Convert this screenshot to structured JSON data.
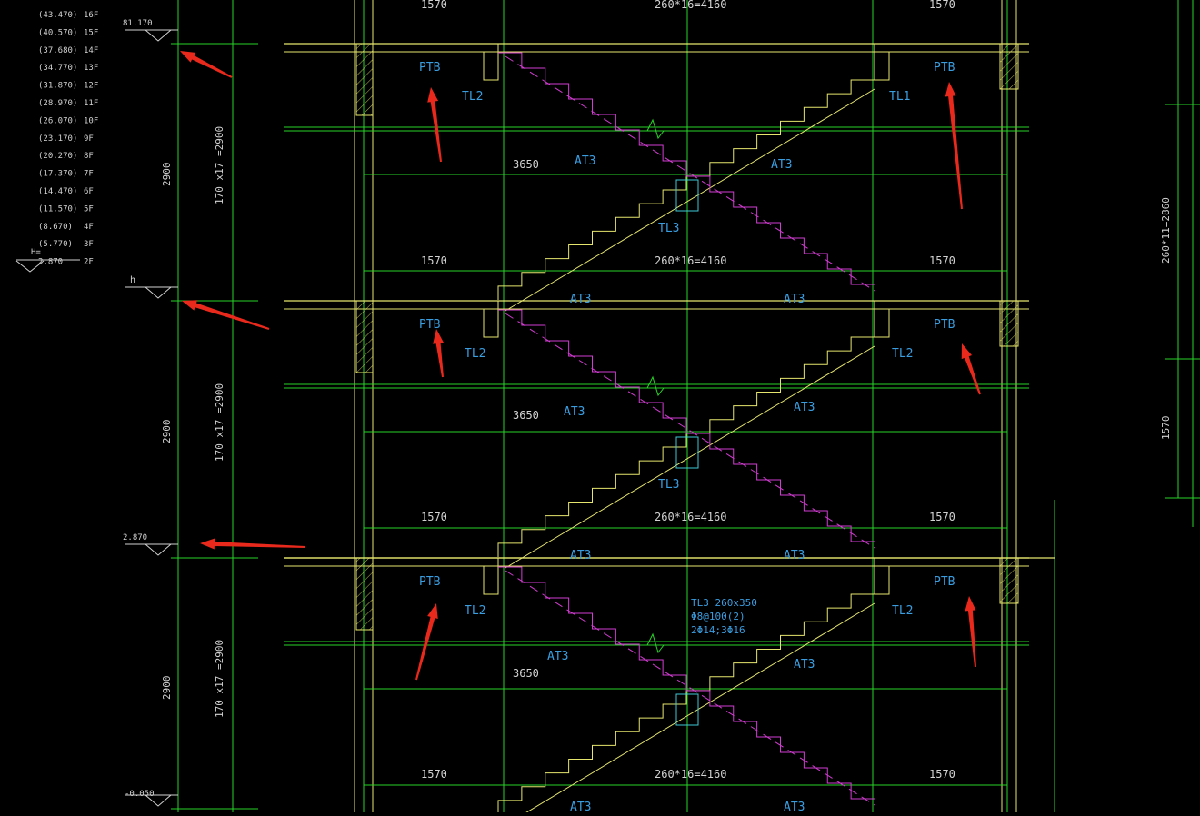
{
  "colors": {
    "background": "#000000",
    "slab": "#e6e66e",
    "gridline": "#27d427",
    "dimension": "#d2d2d2",
    "label": "#3a9de0",
    "stair_hidden": "#d23cd2",
    "beam_box": "#3fc8d6",
    "annotation_arrow": "#e8291c"
  },
  "floor_table": [
    {
      "elev": "(43.470)",
      "floor": "16F"
    },
    {
      "elev": "(40.570)",
      "floor": "15F"
    },
    {
      "elev": "(37.680)",
      "floor": "14F"
    },
    {
      "elev": "(34.770)",
      "floor": "13F"
    },
    {
      "elev": "(31.870)",
      "floor": "12F"
    },
    {
      "elev": "(28.970)",
      "floor": "11F"
    },
    {
      "elev": "(26.070)",
      "floor": "10F"
    },
    {
      "elev": "(23.170)",
      "floor": "9F"
    },
    {
      "elev": "(20.270)",
      "floor": "8F"
    },
    {
      "elev": "(17.370)",
      "floor": "7F"
    },
    {
      "elev": "(14.470)",
      "floor": "6F"
    },
    {
      "elev": "(11.570)",
      "floor": "5F"
    },
    {
      "elev": "(8.670)",
      "floor": "4F"
    },
    {
      "elev": "(5.770)",
      "floor": "3F"
    },
    {
      "elev": "2.870",
      "floor": "2F"
    }
  ],
  "floor_h_prefix": "H=",
  "level_marks": [
    "81.170",
    "h",
    "2.870",
    "-0.050"
  ],
  "storey_heights": [
    "2900",
    "2900",
    "2900"
  ],
  "riser_dims": [
    "170 x17 =2900",
    "170 x17 =2900",
    "170 x17 =2900"
  ],
  "right_dims": [
    "260*11=2860",
    "1570"
  ],
  "top_dims": [
    "1570",
    "260*16=4160",
    "1570"
  ],
  "flight_dims": [
    {
      "a": "1570",
      "b": "260*16=4160",
      "c": "1570"
    },
    {
      "a": "1570",
      "b": "260*16=4160",
      "c": "1570"
    },
    {
      "a": "1570",
      "b": "260*16=4160",
      "c": "1570"
    }
  ],
  "mid_dims": [
    "3650",
    "3650",
    "3650"
  ],
  "labels": {
    "ptb": "PTB",
    "tl1": "TL1",
    "tl2": "TL2",
    "tl3": "TL3",
    "at3": "AT3"
  },
  "beam_note": [
    "TL3 260x350",
    "Φ8@100(2)",
    "2Φ14;3Φ16"
  ]
}
